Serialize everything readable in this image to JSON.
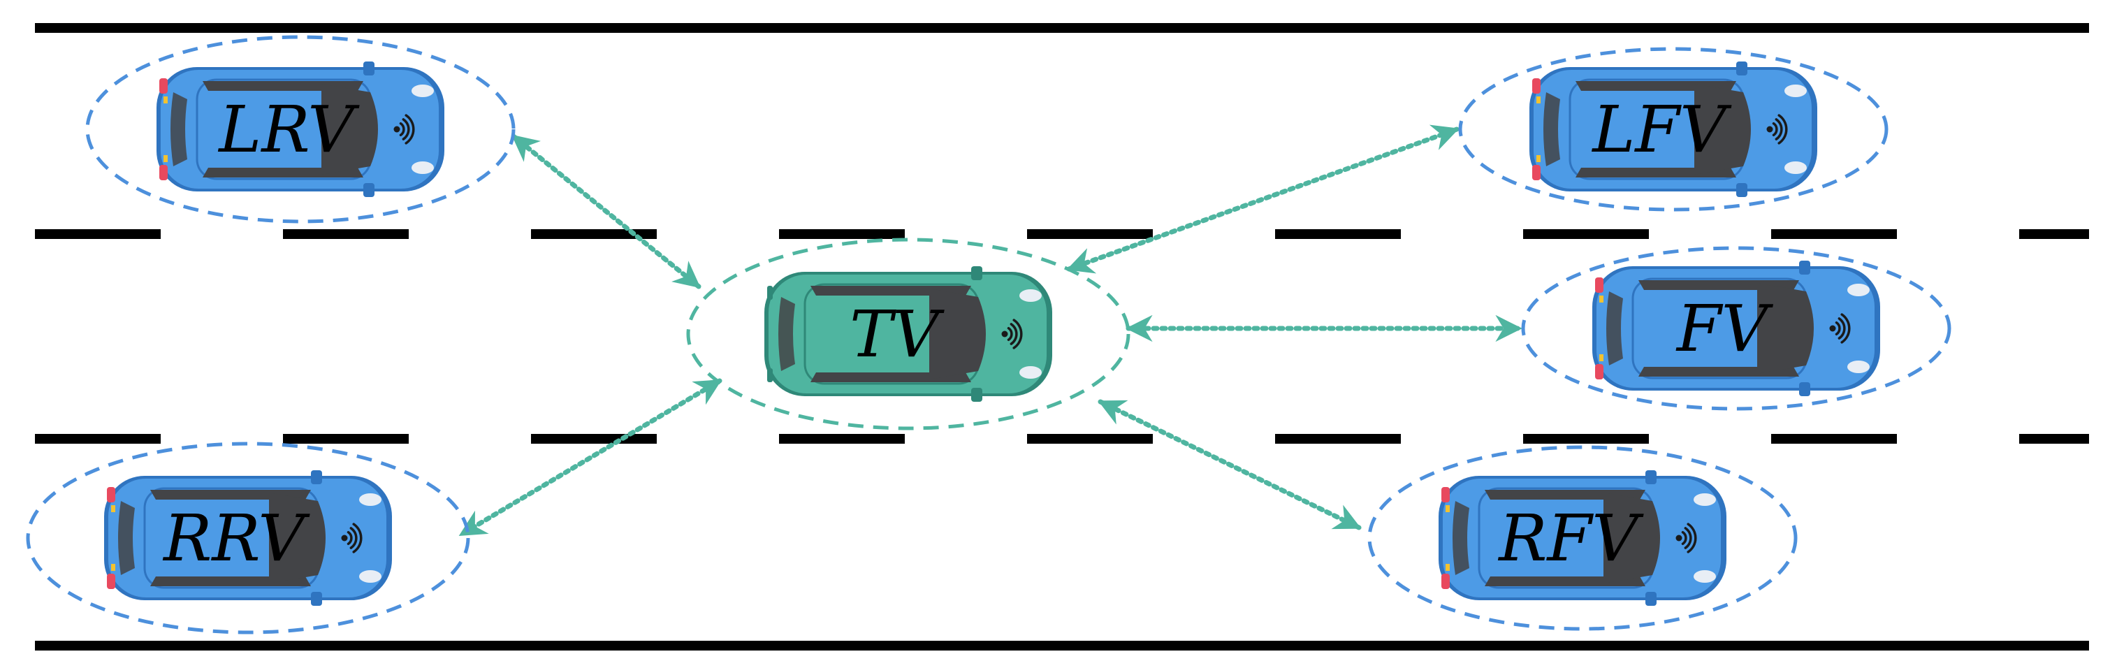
{
  "colors": {
    "road_line": "#000000",
    "target_body": "#4fb5a0",
    "target_dark": "#2f8878",
    "target_ring": "#4fb5a0",
    "other_body": "#4d9be6",
    "other_dark": "#2f74c0",
    "other_ring": "#4d90dc",
    "windshield": "#434447",
    "link_arrow": "#4fb5a0",
    "taillight": "#e8495e",
    "indicator": "#f2c230"
  },
  "icons": {
    "vehicle": "car-topview-icon",
    "signal": "wireless-signal-icon"
  },
  "road": {
    "lanes": 3
  },
  "target_vehicle": {
    "id": "tv",
    "label": "TV"
  },
  "surrounding_vehicles": [
    {
      "id": "lrv",
      "label": "LRV"
    },
    {
      "id": "lfv",
      "label": "LFV"
    },
    {
      "id": "fv",
      "label": "FV"
    },
    {
      "id": "rrv",
      "label": "RRV"
    },
    {
      "id": "rfv",
      "label": "RFV"
    }
  ],
  "links": [
    {
      "from": "tv",
      "to": "lrv"
    },
    {
      "from": "tv",
      "to": "lfv"
    },
    {
      "from": "tv",
      "to": "fv"
    },
    {
      "from": "tv",
      "to": "rrv"
    },
    {
      "from": "tv",
      "to": "rfv"
    }
  ]
}
